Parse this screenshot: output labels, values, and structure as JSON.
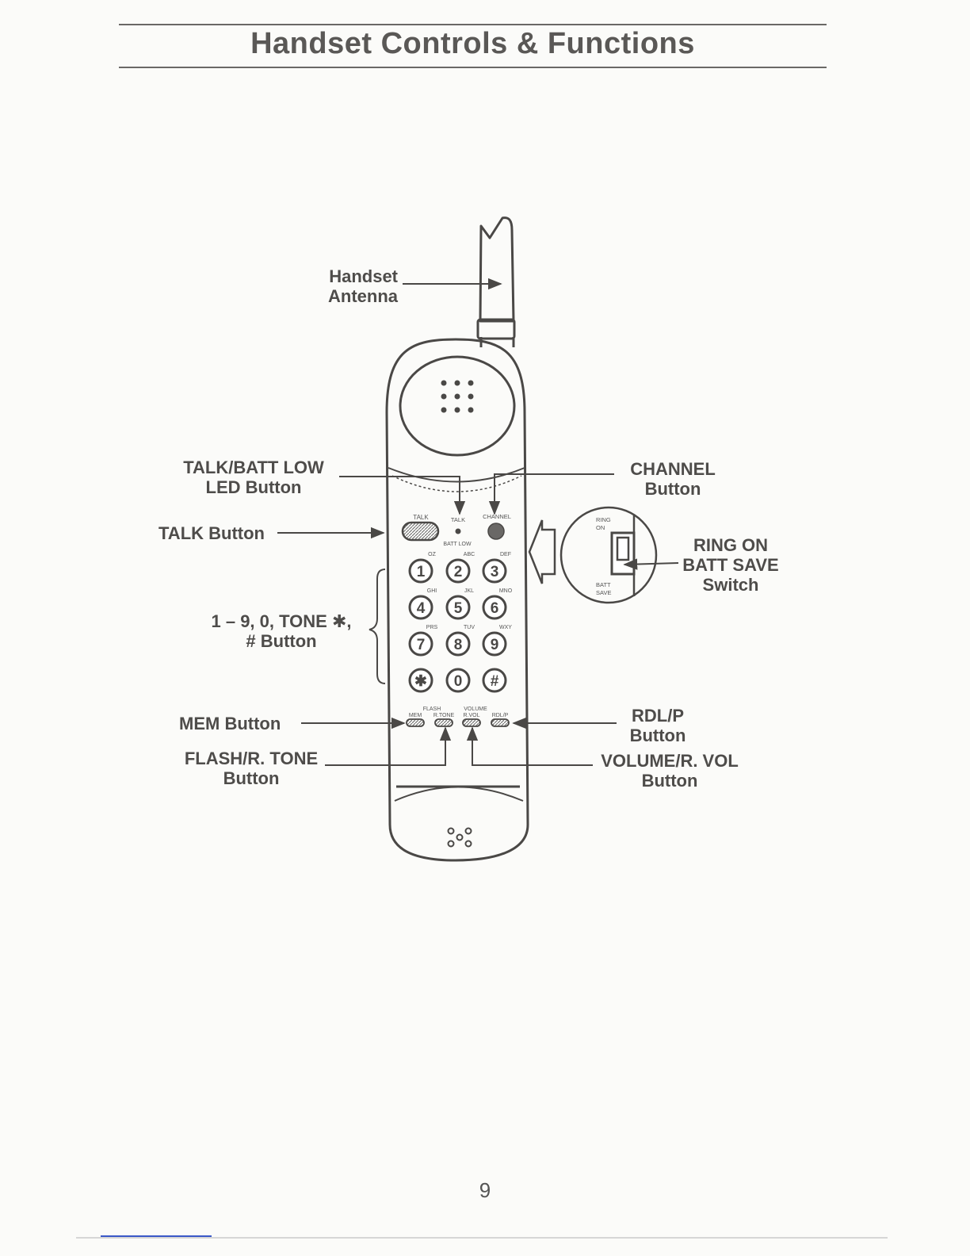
{
  "page": {
    "title": "Handset Controls & Functions",
    "page_number": "9"
  },
  "labels": {
    "antenna": [
      "Handset",
      "Antenna"
    ],
    "talk_batt_low": [
      "TALK/BATT LOW",
      "LED Button"
    ],
    "channel": [
      "CHANNEL",
      "Button"
    ],
    "talk": "TALK Button",
    "ring_batt": [
      "RING ON",
      "BATT SAVE",
      "Switch"
    ],
    "keypad": [
      "1 – 9, 0, TONE ✱,",
      "# Button"
    ],
    "mem": "MEM Button",
    "flash": [
      "FLASH/R. TONE",
      "Button"
    ],
    "rdlp": [
      "RDL/P",
      "Button"
    ],
    "volume": [
      "VOLUME/R. VOL",
      "Button"
    ]
  },
  "handset": {
    "talk_label": "TALK",
    "led_label": "TALK",
    "channel_label": "CHANNEL",
    "batt_low_label": "BATT LOW",
    "keys": [
      {
        "digit": "1",
        "letters": "OZ"
      },
      {
        "digit": "2",
        "letters": "ABC"
      },
      {
        "digit": "3",
        "letters": "DEF"
      },
      {
        "digit": "4",
        "letters": "GHI"
      },
      {
        "digit": "5",
        "letters": "JKL"
      },
      {
        "digit": "6",
        "letters": "MNO"
      },
      {
        "digit": "7",
        "letters": "PRS"
      },
      {
        "digit": "8",
        "letters": "TUV"
      },
      {
        "digit": "9",
        "letters": "WXY"
      },
      {
        "digit": "✱",
        "letters": ""
      },
      {
        "digit": "0",
        "letters": ""
      },
      {
        "digit": "#",
        "letters": ""
      }
    ],
    "bottom_top_labels": [
      "FLASH",
      "VOLUME"
    ],
    "bottom_labels": [
      "MEM",
      "R.TONE",
      "R.VOL",
      "RDL/P"
    ],
    "switch_top": [
      "RING",
      "ON"
    ],
    "switch_bottom": [
      "BATT",
      "SAVE"
    ]
  }
}
